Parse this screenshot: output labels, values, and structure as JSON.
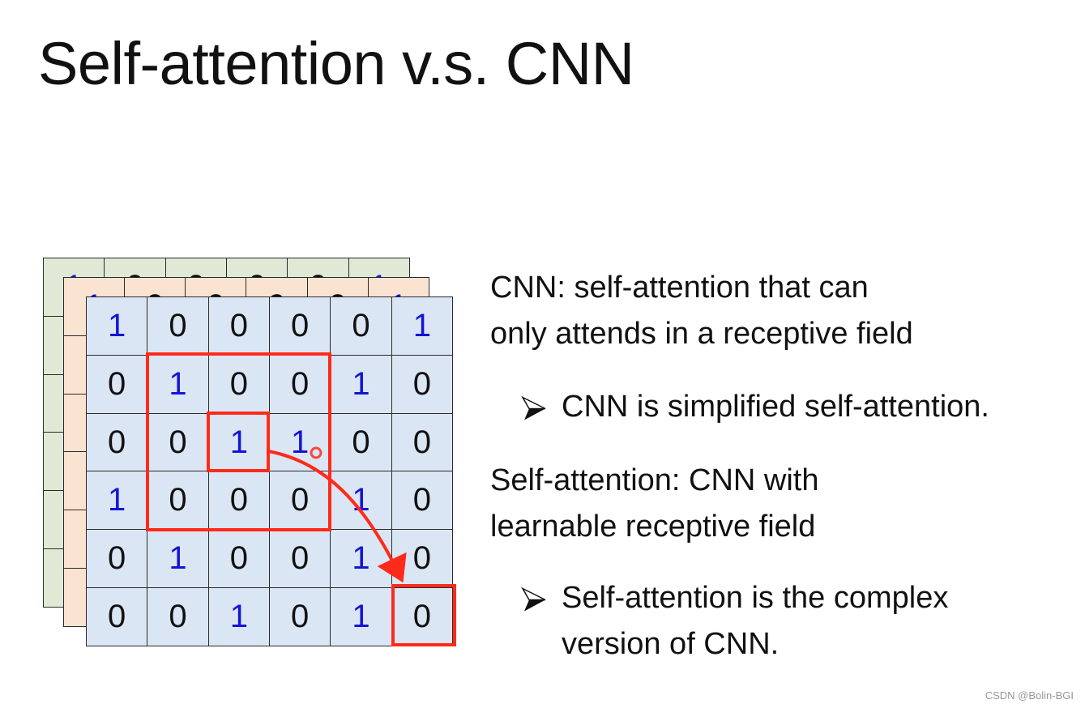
{
  "slide": {
    "title": "Self-attention v.s. CNN",
    "watermark": "CSDN @Bolin-BGI"
  },
  "matrix": {
    "layers": [
      "green",
      "orange",
      "blue"
    ],
    "rows": [
      [
        "1",
        "0",
        "0",
        "0",
        "0",
        "1"
      ],
      [
        "0",
        "1",
        "0",
        "0",
        "1",
        "0"
      ],
      [
        "0",
        "0",
        "1",
        "1",
        "0",
        "0"
      ],
      [
        "1",
        "0",
        "0",
        "0",
        "1",
        "0"
      ],
      [
        "0",
        "1",
        "0",
        "0",
        "1",
        "0"
      ],
      [
        "0",
        "0",
        "1",
        "0",
        "1",
        "0"
      ]
    ],
    "receptive_field": {
      "row_start": 1,
      "col_start": 1,
      "size": 3
    },
    "center_cell": {
      "row": 2,
      "col": 2
    },
    "output_cell": {
      "row": 5,
      "col": 5,
      "value": "0"
    },
    "colors": {
      "highlight": "#ff2a1a",
      "one": "#1414d6",
      "front": "#dbe6f4",
      "middle": "#fbe3d2",
      "back": "#dfe9d6"
    }
  },
  "text": {
    "cnn_line1": "CNN: self-attention that can",
    "cnn_line2": "only attends in a receptive field",
    "bullet1": "CNN is simplified self-attention.",
    "sa_line1": "Self-attention: CNN with",
    "sa_line2": "learnable receptive field",
    "bullet2_line1": "Self-attention is the complex",
    "bullet2_line2": "version of CNN.",
    "bullet_icon": "arrowhead-bullet-icon"
  }
}
